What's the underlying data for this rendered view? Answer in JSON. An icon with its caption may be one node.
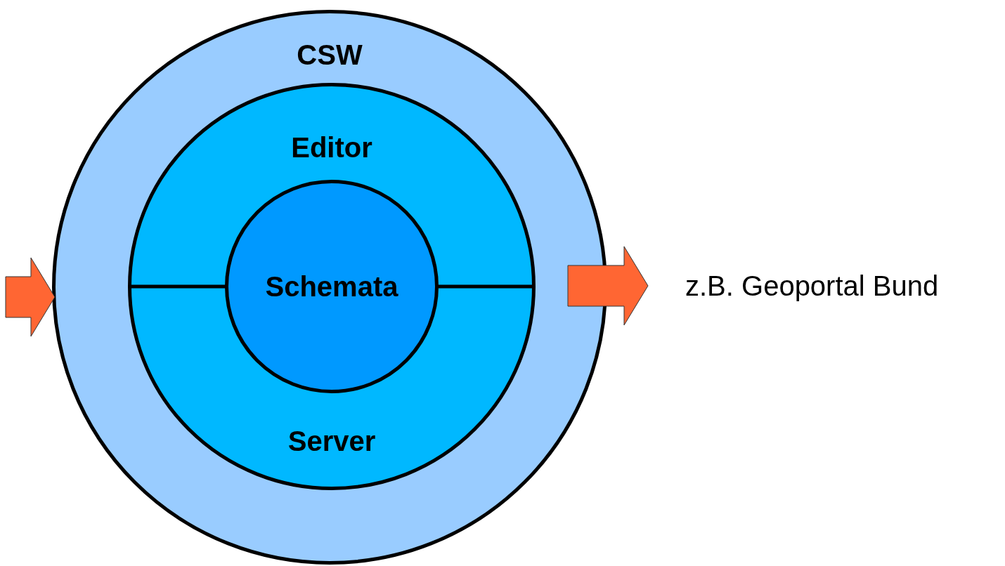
{
  "diagram": {
    "nodes": [
      {
        "text": [
          "CSW"
        ]
      },
      {
        "text": [
          "Editor",
          "Server"
        ],
        "in": 0
      },
      {
        "text": [
          "Schemata"
        ],
        "in": 1
      },
      {
        "text": [
          "z.B. Geoportal Bund"
        ]
      }
    ],
    "edges": [
      {
        "from": null,
        "to": 0,
        "arrow": "to"
      },
      {
        "from": 0,
        "to": 3,
        "arrow": "to"
      }
    ]
  }
}
